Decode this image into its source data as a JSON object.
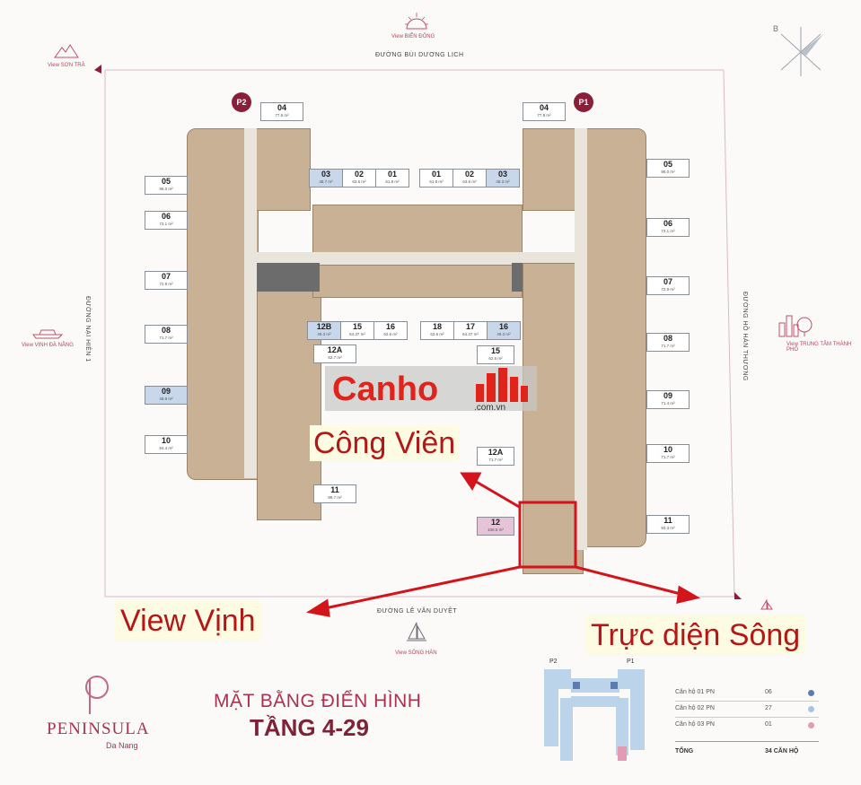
{
  "roads": {
    "top": "ĐƯỜNG BÙI DƯƠNG LỊCH",
    "bottom": "ĐƯỜNG LÊ VĂN DUYỆT",
    "left": "ĐƯỜNG NẠI HIÊN 1",
    "right": "ĐƯỜNG HỒ HÁN THƯƠNG"
  },
  "views": {
    "top": "View BIỂN ĐÔNG",
    "top_left": "View SƠN TRÀ",
    "left": "View VỊNH ĐÀ NẴNG",
    "right": "View TRUNG TÂM THÀNH PHỐ",
    "bottom": "View SÔNG HÀN"
  },
  "compass": "B",
  "towers": {
    "p2": "P2",
    "p1": "P1"
  },
  "units": {
    "p2_04": {
      "no": "04",
      "area": "77.8 m²"
    },
    "p2_05": {
      "no": "05",
      "area": "96.0 m²"
    },
    "p2_06": {
      "no": "06",
      "area": "73.1 m²"
    },
    "p2_07": {
      "no": "07",
      "area": "72.9 m²"
    },
    "p2_08": {
      "no": "08",
      "area": "71.7 m²"
    },
    "p2_09": {
      "no": "09",
      "area": "49.9 m²"
    },
    "p2_10": {
      "no": "10",
      "area": "94.4 m²"
    },
    "p2_11": {
      "no": "11",
      "area": "89.7 m²"
    },
    "p2_12a": {
      "no": "12A",
      "area": "62.7 m²"
    },
    "p2_12b": {
      "no": "12B",
      "area": "49.3 m²"
    },
    "p2_15": {
      "no": "15",
      "area": "64.37 m²"
    },
    "p2_16": {
      "no": "16",
      "area": "62.6 m²"
    },
    "p2_03": {
      "no": "03",
      "area": "48.7 m²"
    },
    "p2_02": {
      "no": "02",
      "area": "63.6 m²"
    },
    "p2_01": {
      "no": "01",
      "area": "61.8 m²"
    },
    "p1_01": {
      "no": "01",
      "area": "61.8 m²"
    },
    "p1_02": {
      "no": "02",
      "area": "63.6 m²"
    },
    "p1_03": {
      "no": "03",
      "area": "48.3 m²"
    },
    "p1_18": {
      "no": "18",
      "area": "62.6 m²"
    },
    "p1_17": {
      "no": "17",
      "area": "64.37 m²"
    },
    "p1_16": {
      "no": "16",
      "area": "49.3 m²"
    },
    "p1_15": {
      "no": "15",
      "area": "62.6 m²"
    },
    "p1_12a": {
      "no": "12A",
      "area": "71.7 m²"
    },
    "p1_12": {
      "no": "12",
      "area": "106.5 m²"
    },
    "p1_04": {
      "no": "04",
      "area": "77.8 m²"
    },
    "p1_05": {
      "no": "05",
      "area": "96.0 m²"
    },
    "p1_06": {
      "no": "06",
      "area": "73.1 m²"
    },
    "p1_07": {
      "no": "07",
      "area": "72.9 m²"
    },
    "p1_08": {
      "no": "08",
      "area": "71.7 m²"
    },
    "p1_09": {
      "no": "09",
      "area": "71.4 m²"
    },
    "p1_10": {
      "no": "10",
      "area": "71.7 m²"
    },
    "p1_11": {
      "no": "11",
      "area": "93.3 m²"
    }
  },
  "watermark": {
    "brand": "Canho",
    "domain": ".com.vn"
  },
  "annotations": {
    "park": "Công Viên",
    "bay": "View Vịnh",
    "river": "Trực diện Sông"
  },
  "brand": {
    "name": "PENINSULA",
    "city": "Da Nang"
  },
  "title": {
    "line1": "MẶT BẰNG ĐIỂN HÌNH",
    "line2": "TẦNG 4-29"
  },
  "legend": {
    "rows": [
      {
        "label": "Căn hộ 01 PN",
        "count": "06",
        "color": "#5b7cb0"
      },
      {
        "label": "Căn hộ 02 PN",
        "count": "27",
        "color": "#a9c4e3"
      },
      {
        "label": "Căn hộ 03 PN",
        "count": "01",
        "color": "#e39ab3"
      }
    ],
    "total_label": "TỔNG",
    "total_value": "34 CĂN HỘ"
  },
  "colors": {
    "accent": "#a8324f",
    "annotation": "#c81e1e"
  }
}
